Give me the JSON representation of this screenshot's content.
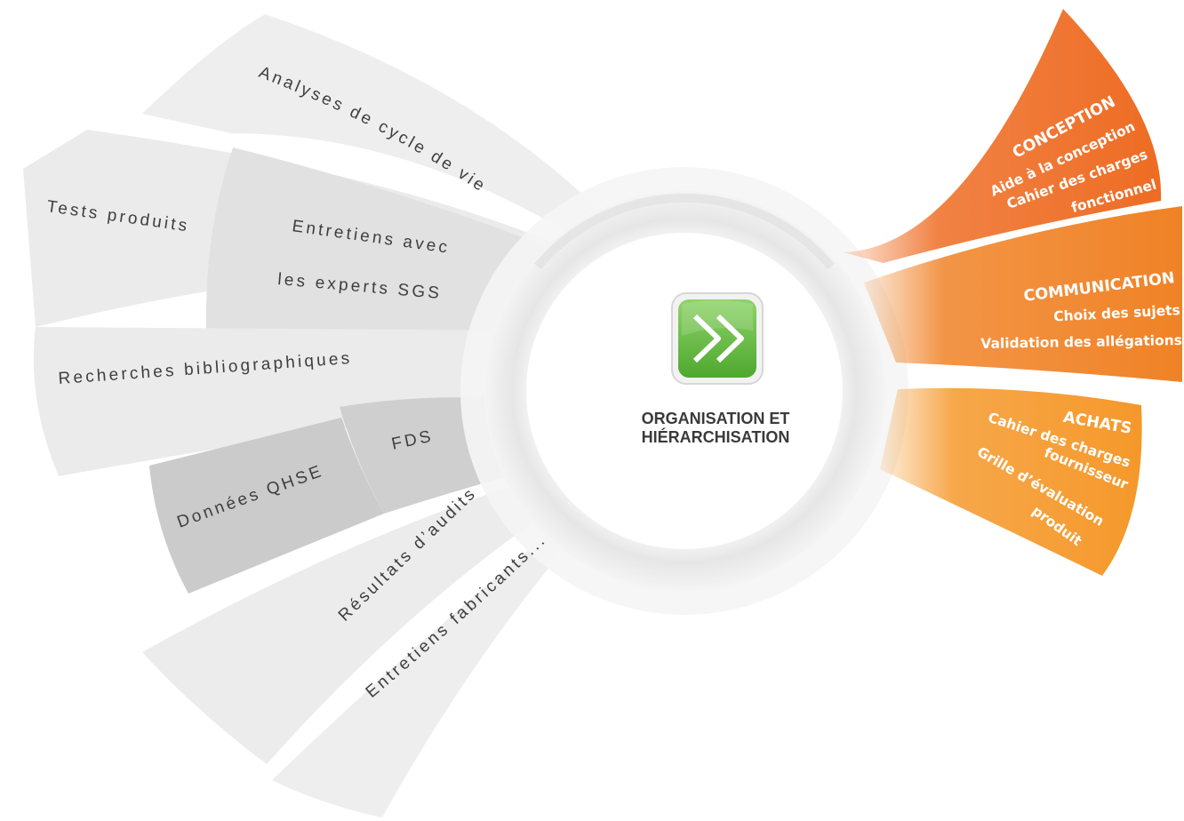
{
  "inputs": [
    {
      "id": "analyses",
      "label": "Analyses de cycle de vie"
    },
    {
      "id": "tests",
      "label": "Tests produits"
    },
    {
      "id": "entretiens-experts-1",
      "label": "Entretiens avec"
    },
    {
      "id": "entretiens-experts-2",
      "label": "les experts SGS"
    },
    {
      "id": "recherches",
      "label": "Recherches bibliographiques"
    },
    {
      "id": "fds",
      "label": "FDS"
    },
    {
      "id": "qhse",
      "label": "Données QHSE"
    },
    {
      "id": "audits",
      "label": "Résultats d’audits"
    },
    {
      "id": "fabricants",
      "label": "Entretiens fabricants..."
    }
  ],
  "center": {
    "title_line1": "ORGANISATION ET",
    "title_line2": "HIÉRARCHISATION",
    "icon": "fast-forward-icon"
  },
  "outputs": [
    {
      "id": "conception",
      "title": "CONCEPTION",
      "lines": [
        "Aide à la conception",
        "Cahier des charges",
        "fonctionnel"
      ],
      "color": "#ee6c23"
    },
    {
      "id": "communication",
      "title": "COMMUNICATION",
      "lines": [
        "Choix des sujets",
        "Validation des allégations"
      ],
      "color": "#f08226"
    },
    {
      "id": "achats",
      "title": "ACHATS",
      "lines": [
        "Cahier des charges",
        "fournisseur",
        "Grille d’évaluation",
        "produit"
      ],
      "color": "#f5982a"
    }
  ],
  "colors": {
    "input_light": "#ededed",
    "input_mid": "#e1e1e1",
    "input_dark": "#cdcdcd",
    "icon_green": "#6cbe45",
    "ring": "#ededed"
  }
}
